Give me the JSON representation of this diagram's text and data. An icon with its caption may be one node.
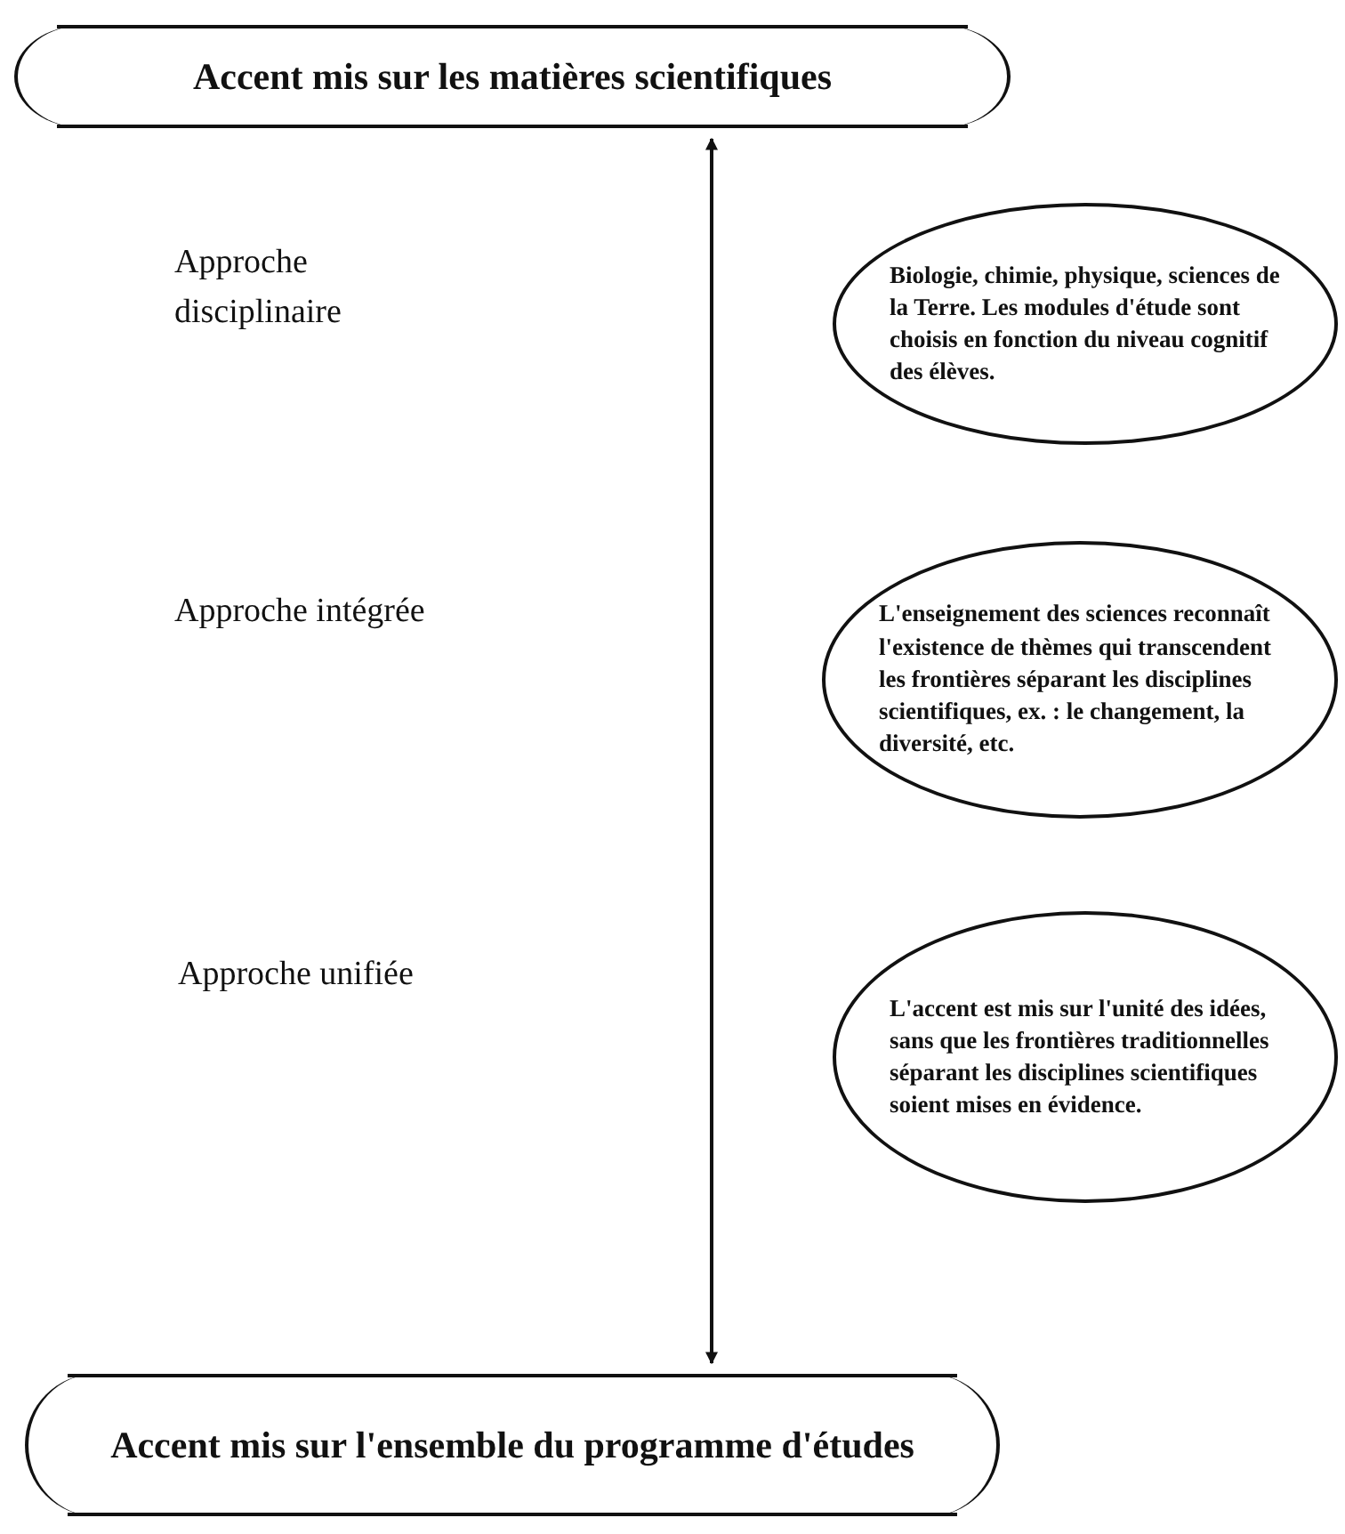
{
  "diagram": {
    "nodes": [
      {
        "text": [
          "Accent mis sur les matières scientifiques"
        ]
      },
      {
        "text": [
          "Biologie, chimie, physique, sciences de la Terre. Les modules d'étude sont choisis en fonction du niveau cognitif des élèves."
        ]
      },
      {
        "text": [
          "L'enseignement des sciences reconnaît l'existence de thèmes qui transcendent les frontières séparant les disciplines scientifiques, ex. : le changement, la diversité, etc."
        ]
      },
      {
        "text": [
          "L'accent est mis sur l'unité des idées, sans que les frontières traditionnelles séparant les disciplines scientifiques soient mises en évidence."
        ]
      },
      {
        "text": [
          "Accent mis sur l'ensemble du programme d'études"
        ]
      }
    ],
    "edges": [
      {
        "from": 0,
        "to": 4,
        "arrow": "both"
      }
    ],
    "labels": [
      "Approche disciplinaire",
      "Approche intégrée",
      "Approche unifiée"
    ]
  }
}
